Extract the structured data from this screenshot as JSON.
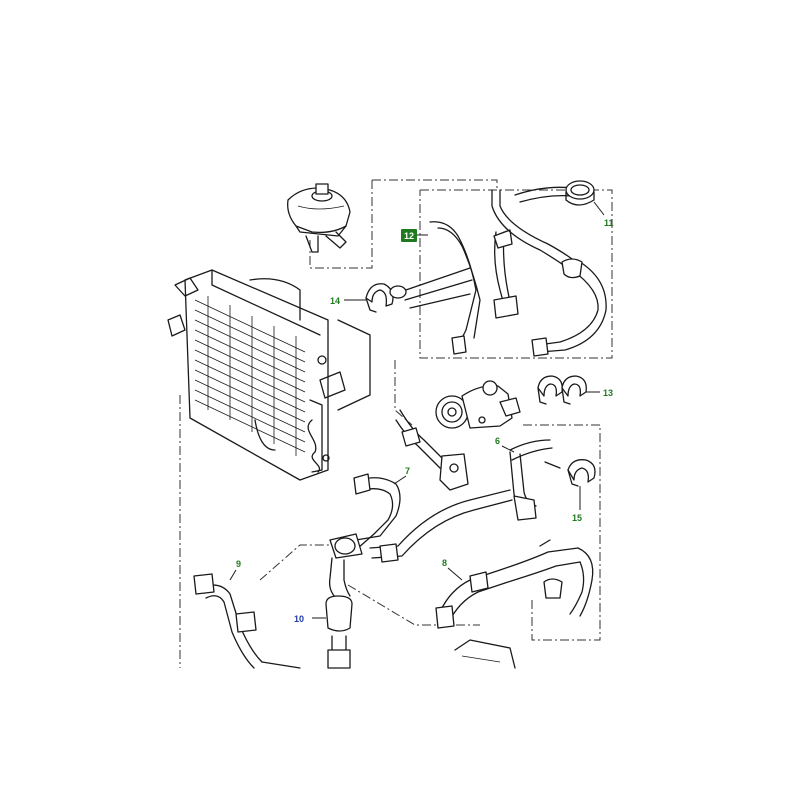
{
  "colors": {
    "callout_green": "#1f7a1f",
    "callout_blue": "#1f3aa8",
    "line": "#1a1a1a",
    "highlight_box": "#1f7a1f"
  },
  "callouts": {
    "c6": "6",
    "c7": "7",
    "c8": "8",
    "c9": "9",
    "c10": "10",
    "c11": "11",
    "c12": "12",
    "c13": "13",
    "c14": "14",
    "c15": "15"
  }
}
